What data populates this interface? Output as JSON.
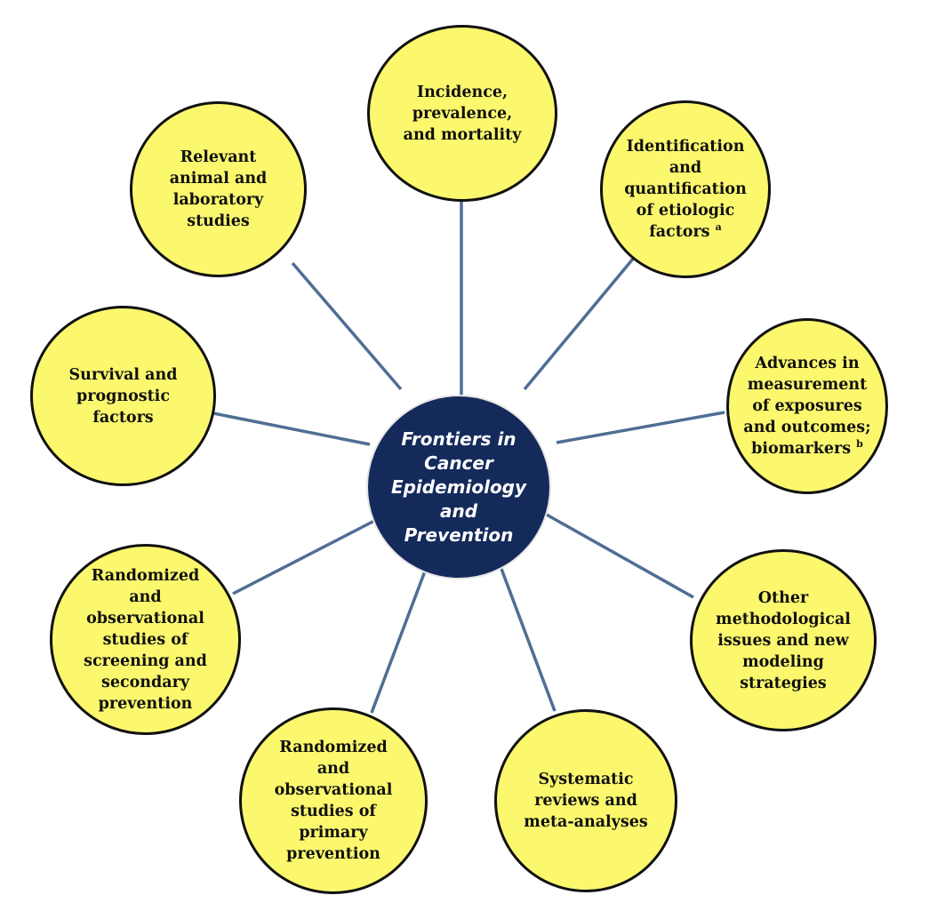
{
  "center": {
    "title": "Frontiers in\nCancer\nEpidemiology\nand\nPrevention"
  },
  "nodes": [
    {
      "id": "incidence",
      "label": "Incidence,\nprevalence,\nand mortality"
    },
    {
      "id": "etiologic",
      "label": "Identification\nand\nquantification\nof etiologic\nfactors",
      "sup": "a"
    },
    {
      "id": "measurement",
      "label": "Advances in\nmeasurement\nof exposures\nand outcomes;\nbiomarkers",
      "sup": "b"
    },
    {
      "id": "methodological",
      "label": "Other\nmethodological\nissues and new\nmodeling\nstrategies"
    },
    {
      "id": "systematic",
      "label": "Systematic\nreviews and\nmeta-analyses"
    },
    {
      "id": "primary",
      "label": "Randomized\nand\nobservational\nstudies of\nprimary\nprevention"
    },
    {
      "id": "screening",
      "label": "Randomized\nand\nobservational\nstudies of\nscreening and\nsecondary\nprevention"
    },
    {
      "id": "survival",
      "label": "Survival and\nprognostic\nfactors"
    },
    {
      "id": "animal",
      "label": "Relevant\nanimal and\nlaboratory\nstudies"
    }
  ],
  "colors": {
    "node_fill": "#fcf86e",
    "node_border": "#111111",
    "center_fill": "#142a5b",
    "connector": "#4f6e95"
  }
}
